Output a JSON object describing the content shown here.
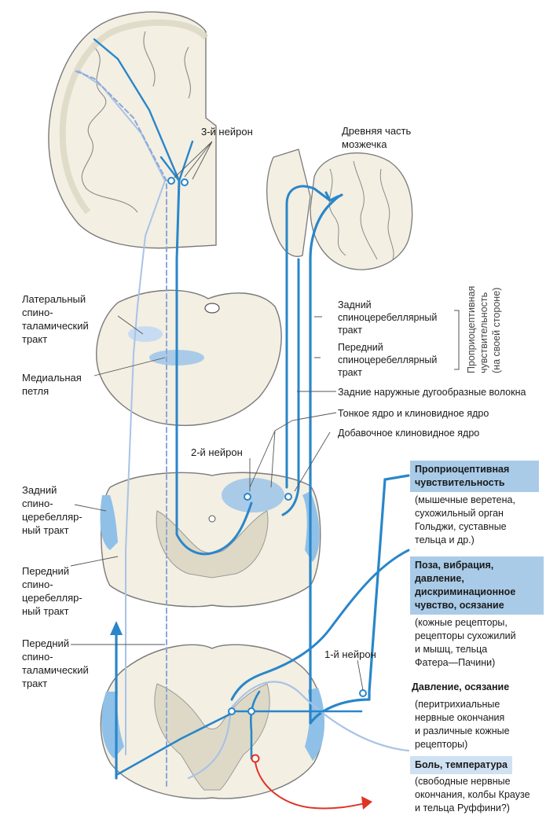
{
  "colors": {
    "pathway_main": "#2a86c9",
    "pathway_light": "#a9c3e6",
    "pathway_dashed": "#8da8d6",
    "tissue_fill": "#f3efe3",
    "tissue_stroke": "#7a7a7a",
    "grey_matter": "#ded9c6",
    "tract_fill": "#8fc0e8",
    "pain_arrow": "#e03324"
  },
  "labels": {
    "neuron3": "3-й нейрон",
    "ancient_cerebellum": "Древняя часть\nмозжечка",
    "lateral_spinothalamic": "Латеральный\nспино-\nталамический\nтракт",
    "medial_lemniscus": "Медиальная\nпетля",
    "posterior_spinocerebellar_tract": "Задний\nспиноцеребеллярный\nтракт",
    "anterior_spinocerebellar_tract": "Передний\nспиноцеребеллярный\nтракт",
    "external_arcuate": "Задние наружные дугообразные волокна",
    "gracile_cuneate": "Тонкое ядро и клиновидное ядро",
    "accessory_cuneate": "Добавочное клиновидное ядро",
    "neuron2": "2-й нейрон",
    "posterior_spc_left": "Задний\nспино-\nцеребелляр-\nный тракт",
    "anterior_spc_left": "Передний\nспино-\nцеребелляр-\nный тракт",
    "anterior_spinothalamic": "Передний\nспино-\nталамический\nтракт",
    "neuron1": "1-й нейрон",
    "vertical_note": "Проприоцептивная чувствительность\n(на своей стороне)"
  },
  "sensory": {
    "proprio_title": "Проприоцептивная\nчувствительность",
    "proprio_desc": "(мышечные веретена,\nсухожильный орган\nГольджи, суставные\nтельца и др.)",
    "posture_title": "Поза, вибрация,\nдавление,\nдискриминационное\nчувство, осязание",
    "posture_desc": "(кожные рецепторы,\nрецепторы сухожилий\nи мышц, тельца\nФатера—Пачини)",
    "pressure_title": "Давление, осязание",
    "pressure_desc": "(перитрихиальные\nнервные окончания\nи различные кожные\nрецепторы)",
    "pain_title": "Боль, температура",
    "pain_desc": "(свободные нервные\nокончания, колбы Краузе\nи тельца Руффини?)"
  }
}
